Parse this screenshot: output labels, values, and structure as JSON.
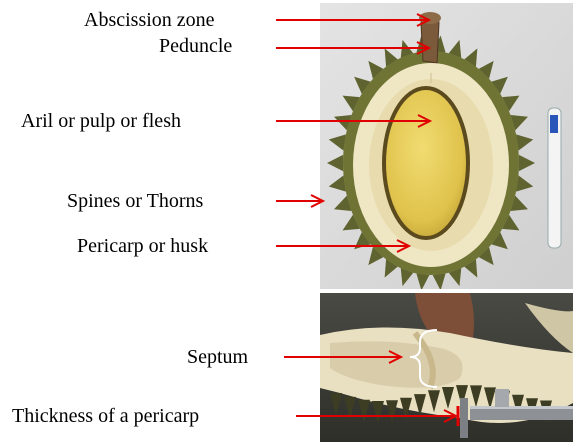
{
  "labels": {
    "abscission_zone": "Abscission zone",
    "peduncle": "Peduncle",
    "aril": "Aril or pulp or flesh",
    "spines": "Spines or Thorns",
    "pericarp": "Pericarp or husk",
    "septum": "Septum",
    "thickness": "Thickness of a pericarp"
  },
  "colors": {
    "arrow": "#e00000",
    "husk_cream": "#efe6c4",
    "aril_yellow": "#e6cf55",
    "spine_green": "#6b6e33",
    "background": "#ffffff"
  },
  "icons": {
    "arrow": "right-arrow-icon",
    "brace": "curly-brace-icon"
  }
}
